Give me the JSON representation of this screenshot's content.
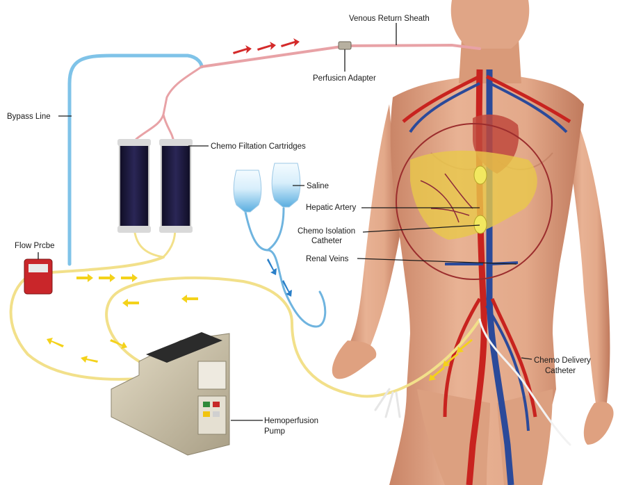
{
  "labels": {
    "venous_return_sheath": "Venous Return Sheath",
    "perfusion_adapter": "Perfusicn Adapter",
    "bypass_line": "Bypass Line",
    "chemo_filtration_cartridges": "Chemo Filtation Cartridges",
    "saline": "Saline",
    "hepatic_artery": "Hepatic Artery",
    "chemo_isolation_catheter_line1": "Chemo Isolation",
    "chemo_isolation_catheter_line2": "Catheter",
    "renal_veins": "Renal Veins",
    "flow_probe": "Flow Prcbe",
    "chemo_delivery_catheter_line1": "Chemo Delivery",
    "chemo_delivery_catheter_line2": "Catheter",
    "hemoperfusion_pump_line1": "Hemoperfusion",
    "hemoperfusion_pump_line2": "Pump"
  },
  "colors": {
    "skin": "#e3a98a",
    "skin_shadow": "#c98466",
    "bypass_tube": "#7fc3e8",
    "venous_tube": "#e8a2a6",
    "arterial_tube": "#f2e08a",
    "saline_tube": "#6fb4df",
    "artery": "#c8231f",
    "vein": "#2b4a9a",
    "liver": "#e8c84a",
    "flow_arrow_red": "#d42a2a",
    "flow_arrow_yellow": "#f4d21a",
    "flow_arrow_blue": "#2a7fc8",
    "cartridge": "#1d1a3c",
    "pump_body": "#cfc6ae",
    "flow_probe": "#c9262a"
  }
}
